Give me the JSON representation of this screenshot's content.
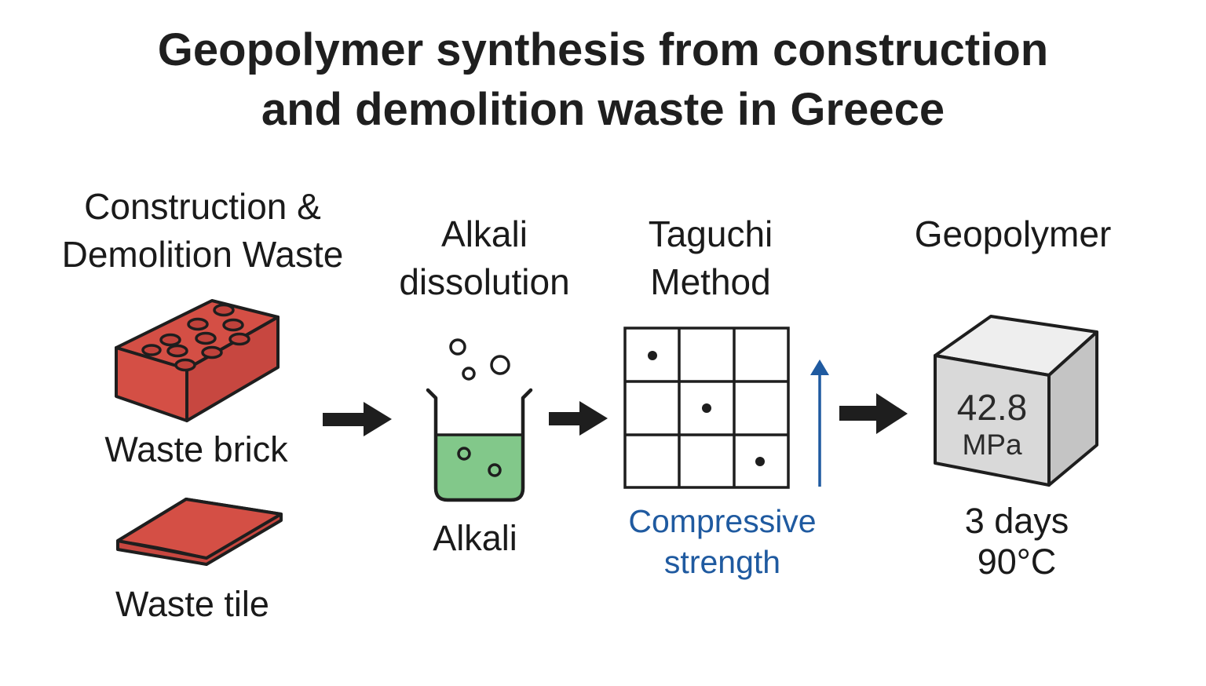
{
  "title": {
    "line1": "Geopolymer synthesis from construction",
    "line2": "and demolition waste in Greece"
  },
  "stages": {
    "waste": {
      "line1": "Construction &",
      "line2": "Demolition Waste"
    },
    "alkali": {
      "line1": "Alkali",
      "line2": "dissolution"
    },
    "taguchi": {
      "line1": "Taguchi",
      "line2": "Method"
    },
    "geopolymer": {
      "line1": "Geopolymer"
    }
  },
  "labels": {
    "brick": "Waste brick",
    "tile": "Waste tile",
    "alkali": "Alkali",
    "strength_line1": "Compressive",
    "strength_line2": "strength"
  },
  "result": {
    "value": "42.8",
    "unit": "MPa",
    "time": "3 days",
    "temperature": "90°C"
  },
  "icons": [
    "brick-icon",
    "tile-icon",
    "beaker-icon",
    "bubble-icon",
    "taguchi-grid-icon",
    "up-arrow-icon",
    "right-arrow-icon",
    "cube-icon"
  ],
  "colors": {
    "brick": "#d44f45",
    "solution": "#82c88a",
    "accent_blue": "#1f5aa0",
    "cube_front": "#d9d9d9",
    "cube_side": "#c4c4c4",
    "arrow": "#1e1e1e"
  }
}
